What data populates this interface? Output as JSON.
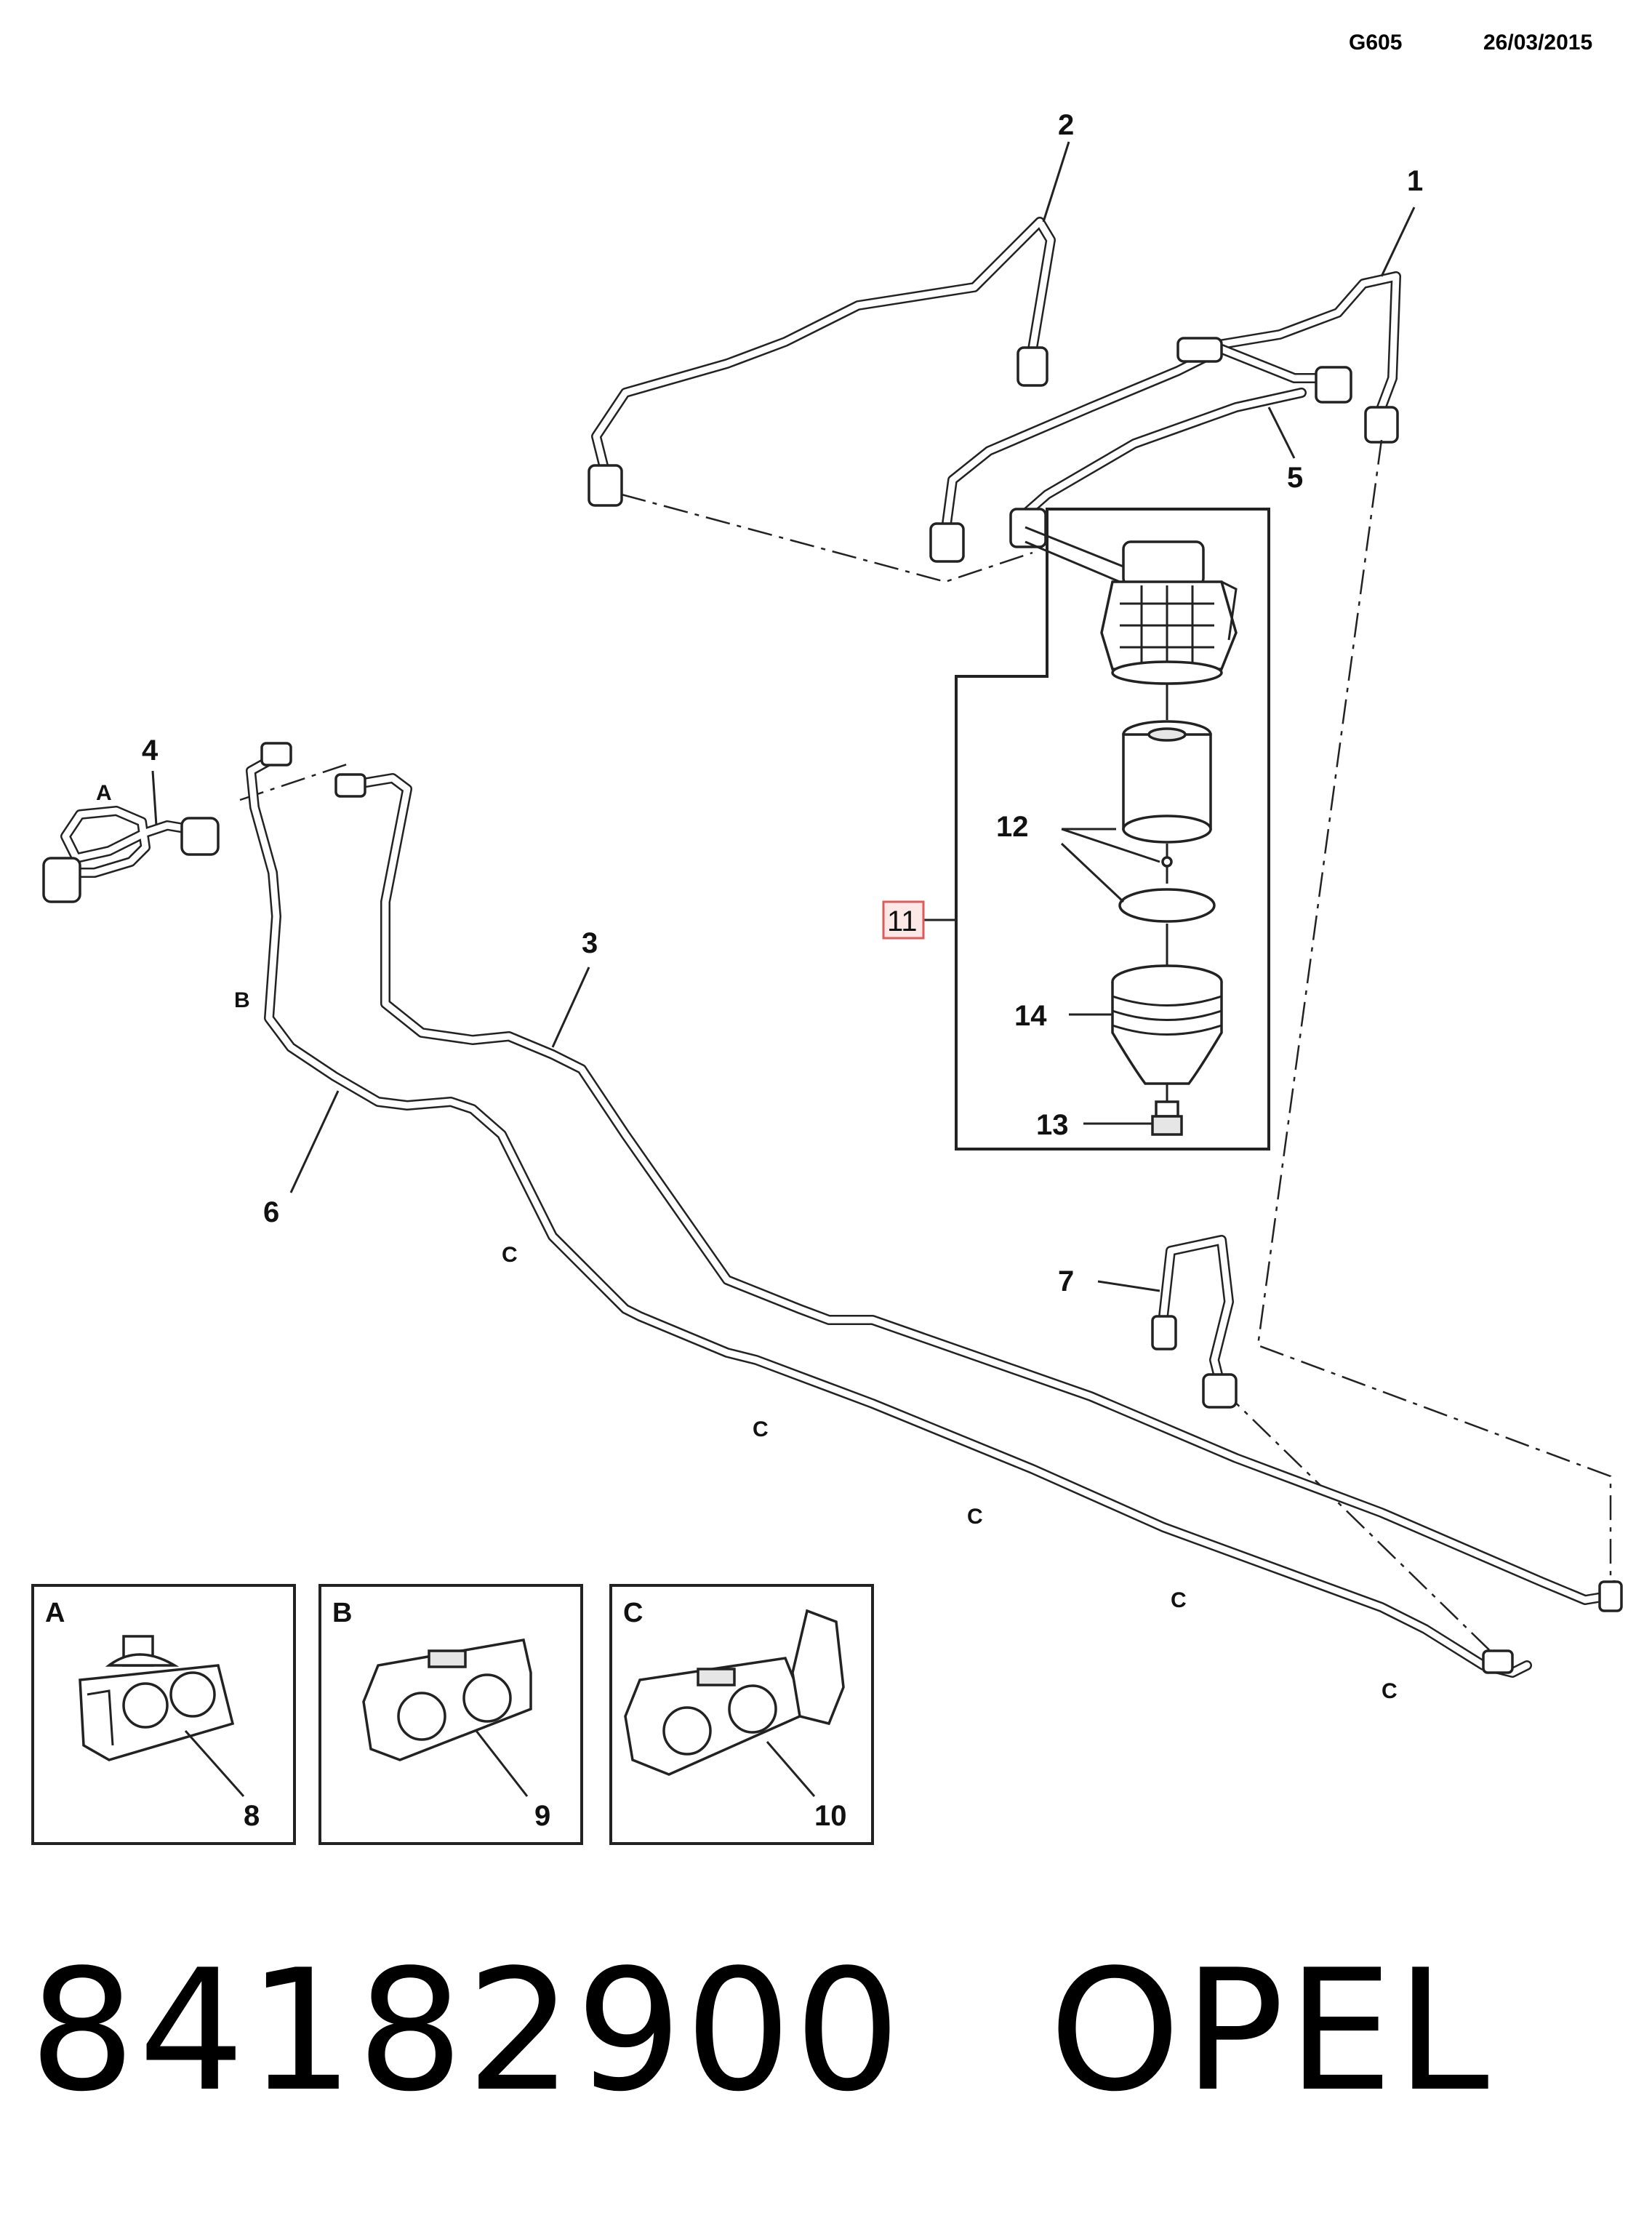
{
  "header": {
    "code": "G605",
    "date": "26/03/2015"
  },
  "callouts": {
    "c1": "1",
    "c2": "2",
    "c3": "3",
    "c4": "4",
    "c5": "5",
    "c6": "6",
    "c7": "7",
    "c8": "8",
    "c9": "9",
    "c10": "10",
    "c11": "11",
    "c12": "12",
    "c13": "13",
    "c14": "14"
  },
  "clip_letters": {
    "a": "A",
    "b": "B",
    "c": "C"
  },
  "insets": [
    {
      "letter": "A",
      "part": "8"
    },
    {
      "letter": "B",
      "part": "9"
    },
    {
      "letter": "C",
      "part": "10"
    }
  ],
  "footer": {
    "part_number": "84182900",
    "brand": "OPEL"
  },
  "colors": {
    "line": "#222222",
    "highlight_box": "#e05a5a",
    "highlight_fill": "#fde8e8"
  }
}
